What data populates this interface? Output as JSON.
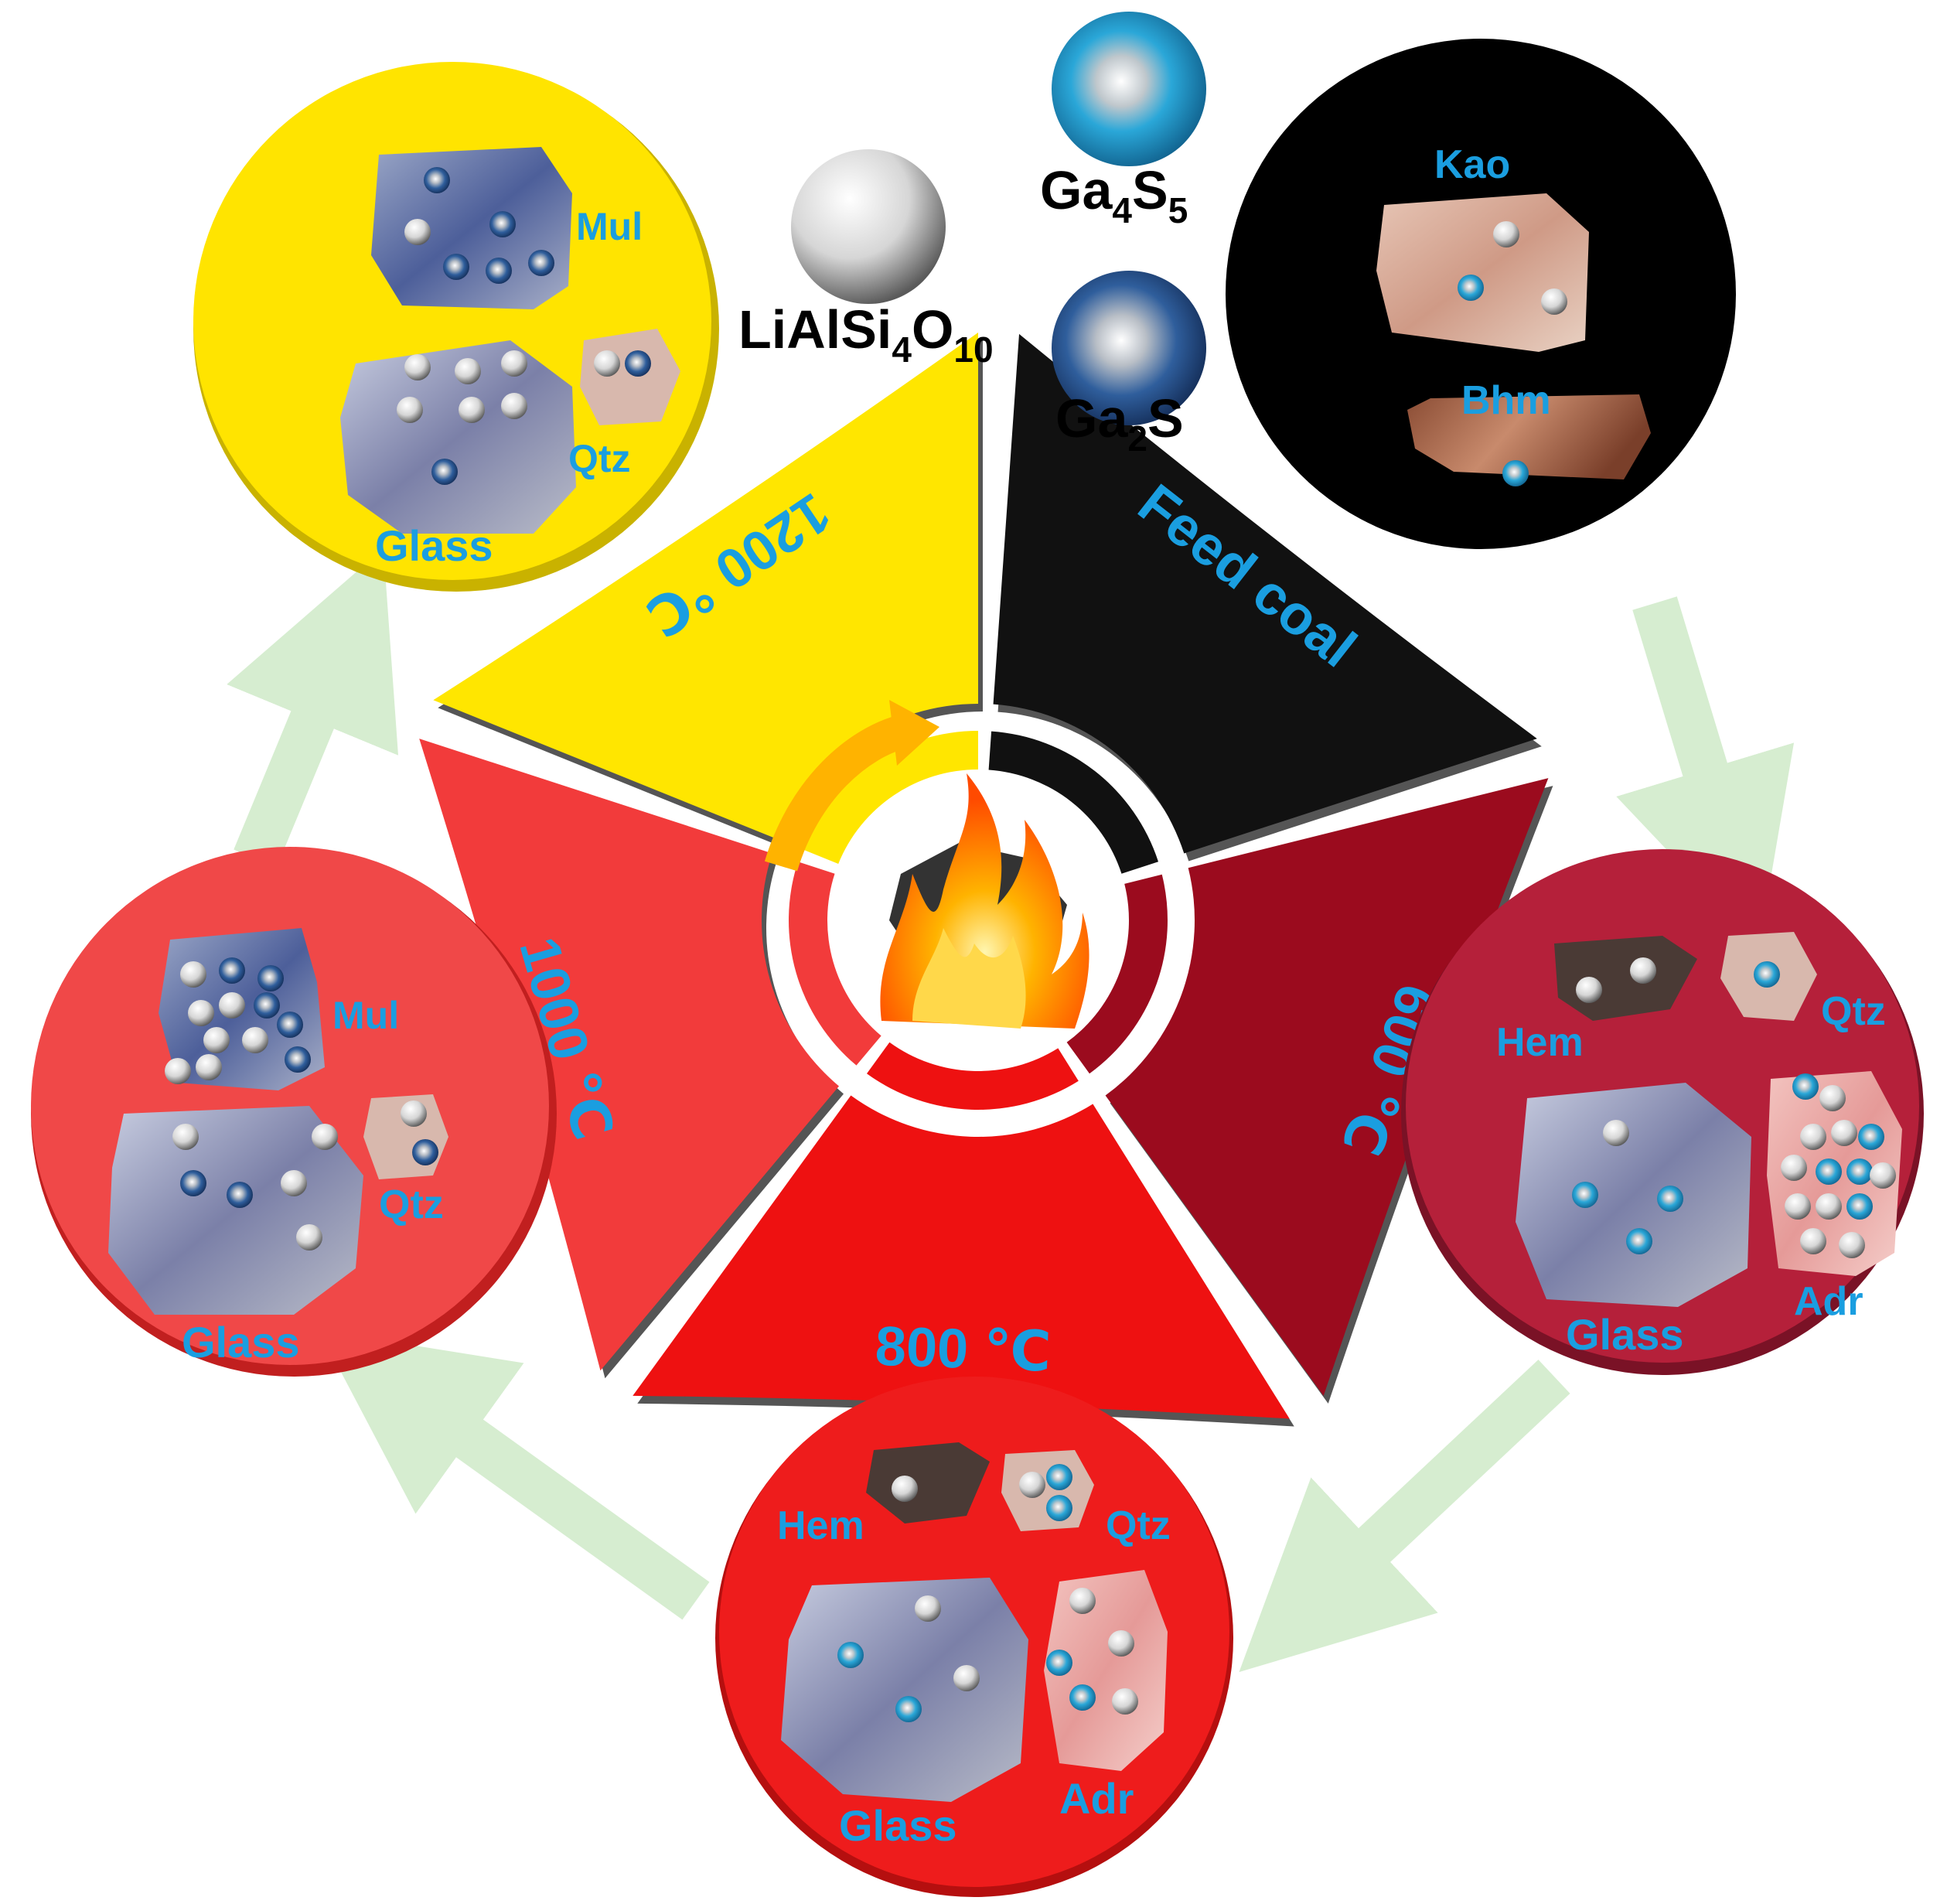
{
  "legend": {
    "lialsi": {
      "label": "LiAlSi",
      "sub1": "4",
      "mid": "O",
      "sub2": "10",
      "color": "#e0e0e0"
    },
    "ga4s5": {
      "label": "Ga",
      "sub1": "4",
      "mid": "S",
      "sub2": "5",
      "color": "#2a9fd0"
    },
    "ga2s": {
      "label": "Ga",
      "sub1": "2",
      "mid": "S",
      "color": "#2c5f9e"
    }
  },
  "wheel": {
    "segments": [
      {
        "id": "feed",
        "label": "Feed coal",
        "color": "#111111"
      },
      {
        "id": "t600",
        "label": "600 ℃",
        "color": "#9b0b1e"
      },
      {
        "id": "t800",
        "label": "800 ℃",
        "color": "#ee1111"
      },
      {
        "id": "t1000",
        "label": "1000 ℃",
        "color": "#f23b3b"
      },
      {
        "id": "t1200",
        "label": "1200 ℃",
        "color": "#ffe600"
      }
    ],
    "label_color": "#1a9ee0"
  },
  "stages": {
    "feed": {
      "bg": "#000000",
      "labels": [
        "Kao",
        "Bhm"
      ]
    },
    "t600": {
      "bg": "#b5203a",
      "labels": [
        "Hem",
        "Qtz",
        "Glass",
        "Adr"
      ]
    },
    "t800": {
      "bg": "#ee1c1c",
      "labels": [
        "Hem",
        "Qtz",
        "Glass",
        "Adr"
      ]
    },
    "t1000": {
      "bg": "#f04848",
      "labels": [
        "Mul",
        "Qtz",
        "Glass"
      ]
    },
    "t1200": {
      "bg": "#ffe400",
      "labels": [
        "Mul",
        "Qtz",
        "Glass"
      ]
    }
  },
  "colors": {
    "mineral_label": "#1a9ee0",
    "arrow": "#d6edd0",
    "inner_arrow": "#ffb300"
  }
}
